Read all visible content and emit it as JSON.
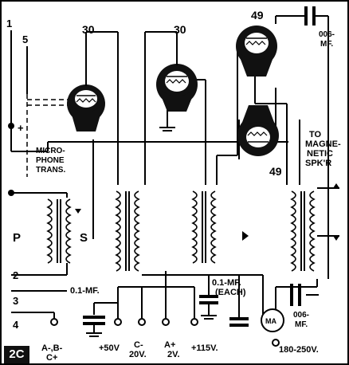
{
  "tubes": {
    "t1": {
      "label": "30"
    },
    "t2": {
      "label": "30"
    },
    "t3": {
      "label": "49"
    },
    "t4": {
      "label": "49"
    }
  },
  "terminals": {
    "top_1": "1",
    "top_5": "5",
    "plus": "+",
    "p": "P",
    "s": "S",
    "t2": "2",
    "t3": "3",
    "t4": "4"
  },
  "labels": {
    "mic_trans": [
      "MICRO-",
      "PHONE",
      "TRANS."
    ],
    "cap_top": [
      "006-",
      "MF."
    ],
    "to_spkr": [
      "TO",
      "MAGNE-",
      "NETIC",
      "SPK'R"
    ],
    "cap_01": "0.1-MF.",
    "cap_01_each": [
      "0.1-MF.",
      "(EACH)"
    ],
    "cap_006_bottom": [
      "006-",
      "MF."
    ],
    "meter": "MA",
    "ab_c": [
      "A-,B-",
      "C+"
    ],
    "plus50": "+50V",
    "c20": [
      "C-",
      "20V."
    ],
    "a2": [
      "A+",
      "2V."
    ],
    "v115": "+115V.",
    "v180": "180-250V."
  },
  "badge": "2C"
}
